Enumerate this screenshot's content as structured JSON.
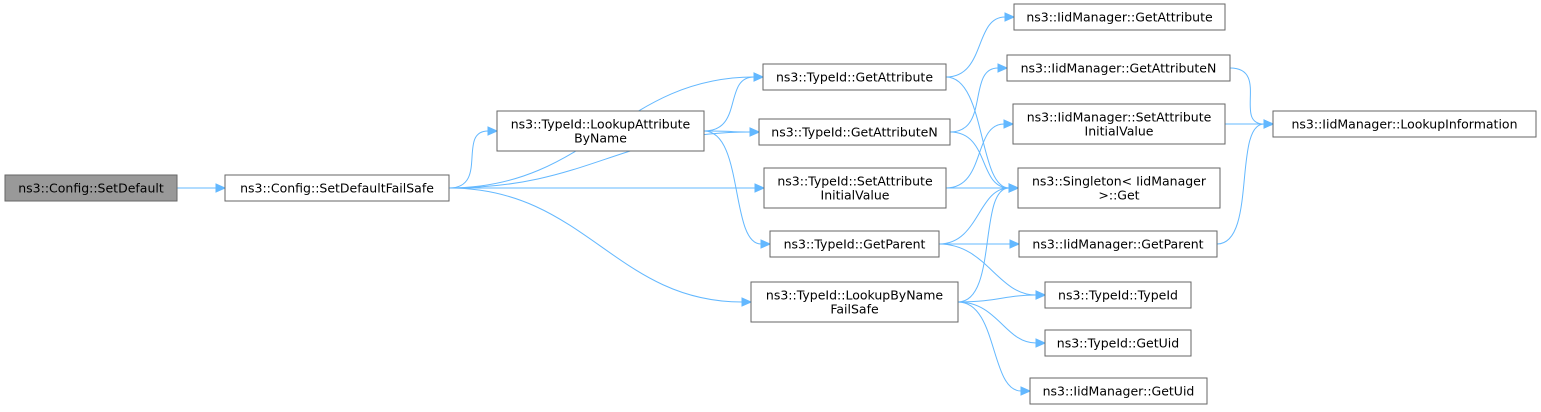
{
  "diagram": {
    "nodes": {
      "config_setdefault": [
        "ns3::Config::SetDefault"
      ],
      "config_setdefaultfailsafe": [
        "ns3::Config::SetDefaultFailSafe"
      ],
      "typeid_lookupattributebyname": [
        "ns3::TypeId::LookupAttribute",
        "ByName"
      ],
      "typeid_getattribute": [
        "ns3::TypeId::GetAttribute"
      ],
      "typeid_getattributen": [
        "ns3::TypeId::GetAttributeN"
      ],
      "typeid_setattributeinitialvalue": [
        "ns3::TypeId::SetAttribute",
        "InitialValue"
      ],
      "typeid_getparent": [
        "ns3::TypeId::GetParent"
      ],
      "typeid_lookupbynamefailsafe": [
        "ns3::TypeId::LookupByName",
        "FailSafe"
      ],
      "iidmanager_getattribute": [
        "ns3::IidManager::GetAttribute"
      ],
      "iidmanager_getattributen": [
        "ns3::IidManager::GetAttributeN"
      ],
      "iidmanager_setattributeinitialvalue": [
        "ns3::IidManager::SetAttribute",
        "InitialValue"
      ],
      "singleton_get": [
        "ns3::Singleton< IidManager",
        " >::Get"
      ],
      "iidmanager_getparent": [
        "ns3::IidManager::GetParent"
      ],
      "typeid_typeid": [
        "ns3::TypeId::TypeId"
      ],
      "typeid_getuid": [
        "ns3::TypeId::GetUid"
      ],
      "iidmanager_getuid": [
        "ns3::IidManager::GetUid"
      ],
      "iidmanager_lookupinformation": [
        "ns3::IidManager::LookupInformation"
      ]
    },
    "edges": [
      [
        "config_setdefault",
        "config_setdefaultfailsafe"
      ],
      [
        "config_setdefaultfailsafe",
        "typeid_getattribute"
      ],
      [
        "config_setdefaultfailsafe",
        "typeid_lookupattributebyname"
      ],
      [
        "config_setdefaultfailsafe",
        "typeid_getattributen"
      ],
      [
        "config_setdefaultfailsafe",
        "typeid_setattributeinitialvalue"
      ],
      [
        "config_setdefaultfailsafe",
        "typeid_lookupbynamefailsafe"
      ],
      [
        "typeid_lookupattributebyname",
        "typeid_getattribute"
      ],
      [
        "typeid_lookupattributebyname",
        "typeid_getattributen"
      ],
      [
        "typeid_lookupattributebyname",
        "typeid_getparent"
      ],
      [
        "typeid_getattribute",
        "iidmanager_getattribute"
      ],
      [
        "typeid_getattribute",
        "singleton_get"
      ],
      [
        "typeid_getattributen",
        "iidmanager_getattributen"
      ],
      [
        "typeid_getattributen",
        "singleton_get"
      ],
      [
        "typeid_setattributeinitialvalue",
        "iidmanager_setattributeinitialvalue"
      ],
      [
        "typeid_setattributeinitialvalue",
        "singleton_get"
      ],
      [
        "typeid_getparent",
        "singleton_get"
      ],
      [
        "typeid_getparent",
        "iidmanager_getparent"
      ],
      [
        "typeid_getparent",
        "typeid_typeid"
      ],
      [
        "typeid_lookupbynamefailsafe",
        "singleton_get"
      ],
      [
        "typeid_lookupbynamefailsafe",
        "typeid_typeid"
      ],
      [
        "typeid_lookupbynamefailsafe",
        "typeid_getuid"
      ],
      [
        "typeid_lookupbynamefailsafe",
        "iidmanager_getuid"
      ],
      [
        "iidmanager_getattributen",
        "iidmanager_lookupinformation"
      ],
      [
        "iidmanager_setattributeinitialvalue",
        "iidmanager_lookupinformation"
      ],
      [
        "iidmanager_getparent",
        "iidmanager_lookupinformation"
      ]
    ]
  }
}
